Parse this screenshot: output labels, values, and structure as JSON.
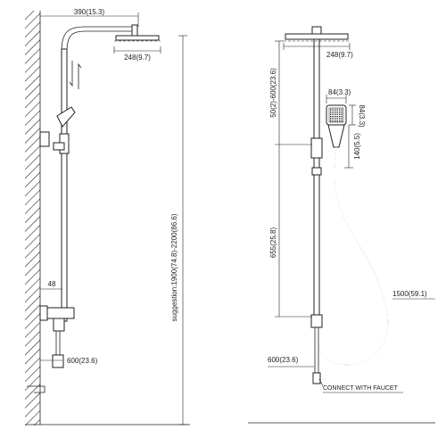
{
  "labels": {
    "arm_length": "390(15.3)",
    "head_width_left": "248(9.7)",
    "head_width_right": "248(9.7)",
    "handheld_width": "84(3.3)",
    "handheld_height": "84(3.3)",
    "bracket_offset": "48",
    "faucet_spacing_left": "600(23.6)",
    "faucet_spacing_right": "600(23.6)",
    "head_adjust": "50(2)-600(23.6)",
    "slide_travel": "140(5.5)",
    "bar_height": "655(25.8)",
    "hose_length": "1500(59.1)",
    "suggestion": "suggestion:1900(74.8)-2200(86.6)",
    "connect_note": "CONNECT WITH FAUCET"
  },
  "icons": {
    "adjust": "up-down-arrows-icon"
  }
}
